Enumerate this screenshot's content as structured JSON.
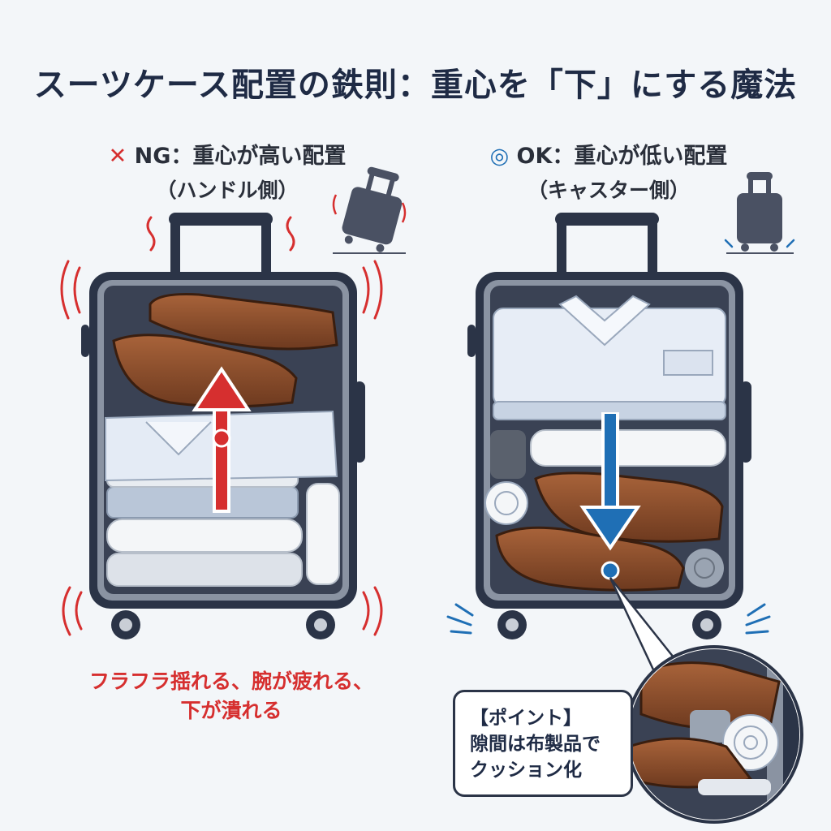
{
  "title": "スーツケース配置の鉄則：重心を「下」にする魔法",
  "ng": {
    "mark": "✕",
    "label": "NG：重心が高い配置",
    "sub": "（ハンドル側）",
    "caption_line1": "フラフラ揺れる、腕が疲れる、",
    "caption_line2": "下が潰れる",
    "color": "#d62f2f"
  },
  "ok": {
    "mark": "◎",
    "label": "OK：重心が低い配置",
    "sub": "（キャスター側）",
    "color": "#1f6fb5"
  },
  "point": {
    "heading": "【ポイント】",
    "line1": "隙間は布製品で",
    "line2": "クッション化"
  },
  "icons": {
    "ng_icon": "tilted-suitcase-icon",
    "ok_icon": "upright-suitcase-icon"
  }
}
